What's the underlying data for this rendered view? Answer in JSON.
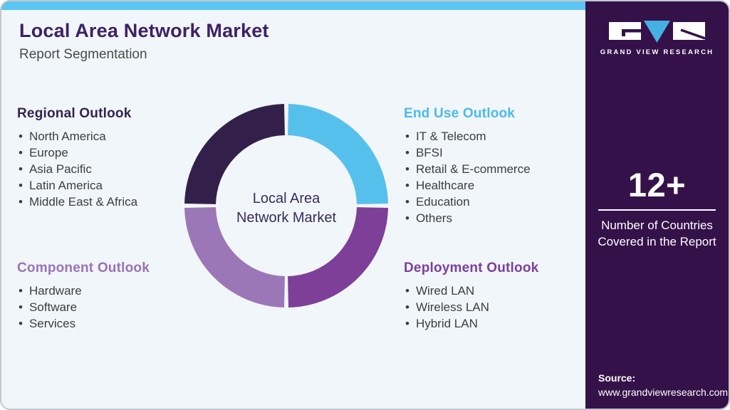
{
  "header": {
    "title": "Local Area Network Market",
    "subtitle": "Report Segmentation"
  },
  "sections": {
    "regional": {
      "label": "Regional Outlook",
      "heading_color": "#33244e",
      "items": [
        "North America",
        "Europe",
        "Asia Pacific",
        "Latin America",
        "Middle East & Africa"
      ]
    },
    "end_use": {
      "label": "End Use Outlook",
      "heading_color": "#4cb9ea",
      "items": [
        "IT & Telecom",
        "BFSI",
        "Retail & E-commerce",
        "Healthcare",
        "Education",
        "Others"
      ]
    },
    "component": {
      "label": "Component Outlook",
      "heading_color": "#9b72b9",
      "items": [
        "Hardware",
        "Software",
        "Services"
      ]
    },
    "deployment": {
      "label": "Deployment Outlook",
      "heading_color": "#7b3f9d",
      "items": [
        "Wired LAN",
        "Wireless LAN",
        "Hybrid LAN"
      ]
    }
  },
  "chart_data": {
    "type": "pie",
    "donut": true,
    "title": "Local Area Network Market",
    "center_label_line1": "Local Area",
    "center_label_line2": "Network Market",
    "legend_position": "none",
    "segments": [
      {
        "name": "End Use Outlook",
        "value": 25,
        "color": "#56c0ed"
      },
      {
        "name": "Deployment Outlook",
        "value": 25,
        "color": "#7d3f98"
      },
      {
        "name": "Component Outlook",
        "value": 25,
        "color": "#9c77b8"
      },
      {
        "name": "Regional Outlook",
        "value": 25,
        "color": "#33204a"
      }
    ]
  },
  "sidebar": {
    "brand": "GRAND VIEW RESEARCH",
    "stat_value": "12+",
    "stat_caption": "Number of Countries Covered in the Report",
    "source_label": "Source:",
    "source_url": "www.grandviewresearch.com"
  },
  "colors": {
    "accent_bar": "#5bc6f2",
    "background": "#f1f6fa",
    "sidebar_bg": "#351149",
    "title": "#3e2164",
    "body_text": "#3d3d3d"
  }
}
